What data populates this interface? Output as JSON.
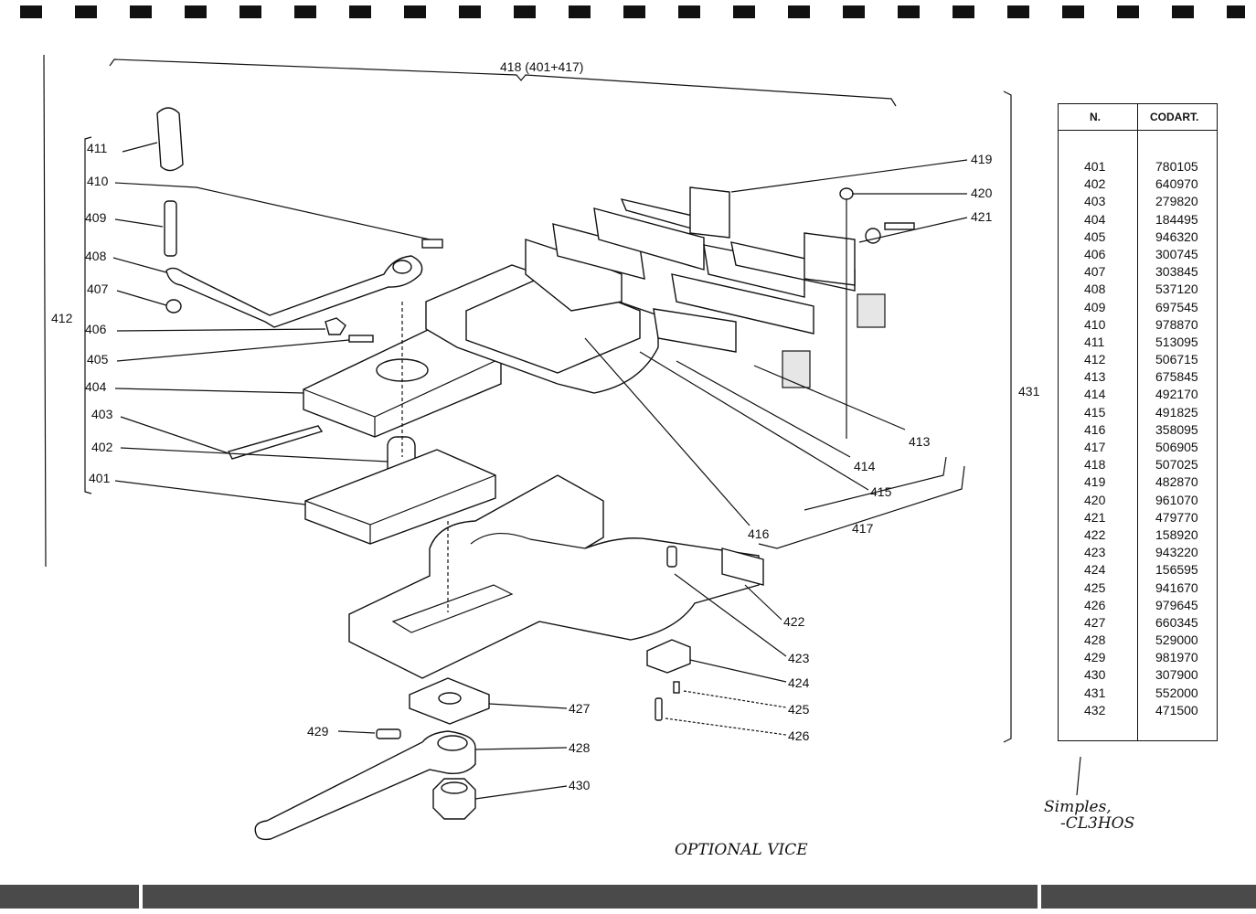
{
  "header_label": "418 (401+417)",
  "callouts": {
    "l401": "401",
    "l402": "402",
    "l403": "403",
    "l404": "404",
    "l405": "405",
    "l406": "406",
    "l407": "407",
    "l408": "408",
    "l409": "409",
    "l410": "410",
    "l411": "411",
    "l412": "412",
    "l413": "413",
    "l414": "414",
    "l415": "415",
    "l416": "416",
    "l417": "417",
    "l419": "419",
    "l420": "420",
    "l421": "421",
    "l422": "422",
    "l423": "423",
    "l424": "424",
    "l425": "425",
    "l426": "426",
    "l427": "427",
    "l428": "428",
    "l429": "429",
    "l430": "430",
    "l431": "431"
  },
  "table": {
    "header_n": "N.",
    "header_code": "CODART.",
    "rows": [
      {
        "n": "401",
        "code": "780105"
      },
      {
        "n": "402",
        "code": "640970"
      },
      {
        "n": "403",
        "code": "279820"
      },
      {
        "n": "404",
        "code": "184495"
      },
      {
        "n": "405",
        "code": "946320"
      },
      {
        "n": "406",
        "code": "300745"
      },
      {
        "n": "407",
        "code": "303845"
      },
      {
        "n": "408",
        "code": "537120"
      },
      {
        "n": "409",
        "code": "697545"
      },
      {
        "n": "410",
        "code": "978870"
      },
      {
        "n": "411",
        "code": "513095"
      },
      {
        "n": "412",
        "code": "506715"
      },
      {
        "n": "413",
        "code": "675845"
      },
      {
        "n": "414",
        "code": "492170"
      },
      {
        "n": "415",
        "code": "491825"
      },
      {
        "n": "416",
        "code": "358095"
      },
      {
        "n": "417",
        "code": "506905"
      },
      {
        "n": "418",
        "code": "507025"
      },
      {
        "n": "419",
        "code": "482870"
      },
      {
        "n": "420",
        "code": "961070"
      },
      {
        "n": "421",
        "code": "479770"
      },
      {
        "n": "422",
        "code": "158920"
      },
      {
        "n": "423",
        "code": "943220"
      },
      {
        "n": "424",
        "code": "156595"
      },
      {
        "n": "425",
        "code": "941670"
      },
      {
        "n": "426",
        "code": "979645"
      },
      {
        "n": "427",
        "code": "660345"
      },
      {
        "n": "428",
        "code": "529000"
      },
      {
        "n": "429",
        "code": "981970"
      },
      {
        "n": "430",
        "code": "307900"
      },
      {
        "n": "431",
        "code": "552000"
      },
      {
        "n": "432",
        "code": "471500"
      }
    ]
  },
  "handwritten": {
    "caption": "OPTIONAL VICE",
    "note_line1": "Simples,",
    "note_line2": "-CL3HOS"
  }
}
